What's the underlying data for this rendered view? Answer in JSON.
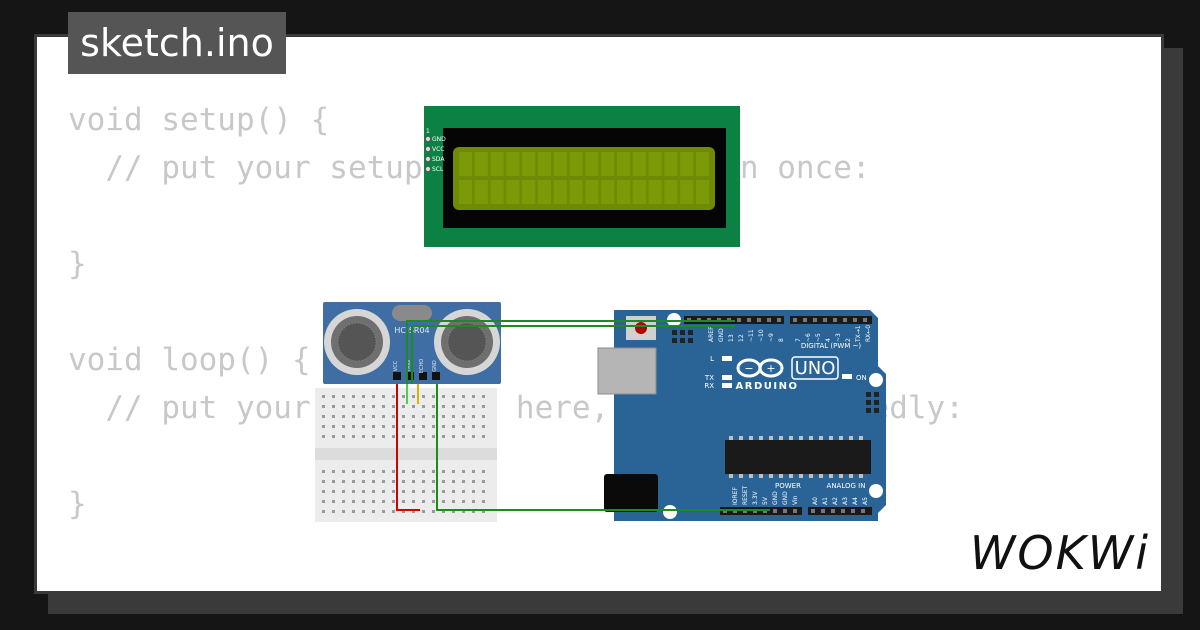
{
  "file_tab": {
    "label": "sketch.ino"
  },
  "code": {
    "lines": [
      "void setup() {",
      "  // put your setup code here, to run once:",
      "",
      "}",
      "",
      "void loop() {",
      "  // put your main code here, to run repeatedly:",
      "",
      "}"
    ]
  },
  "brand": {
    "logo": "WOKWi"
  },
  "circuit": {
    "lcd": {
      "pins": [
        "GND",
        "VCC",
        "SDA",
        "SCL"
      ],
      "pin1_label": "1"
    },
    "ultrasonic": {
      "model": "HC-SR04",
      "pins": [
        "VCC",
        "TRIG",
        "ECHO",
        "GND"
      ]
    },
    "arduino": {
      "name": "ARDUINO",
      "model": "UNO",
      "on_label": "ON",
      "digital_label": "DIGITAL (PWM ~)",
      "power_label": "POWER",
      "analog_label": "ANALOG IN",
      "led_labels": [
        "L",
        "TX",
        "RX"
      ],
      "top_pins": [
        "AREF",
        "GND",
        "13",
        "12",
        "~11",
        "~10",
        "~9",
        "8",
        "7",
        "~6",
        "~5",
        "4",
        "~3",
        "2",
        "TX→1",
        "RX←0"
      ],
      "power_pins": [
        "IOREF",
        "RESET",
        "3.3V",
        "5V",
        "GND",
        "GND",
        "Vin"
      ],
      "analog_pins": [
        "A0",
        "A1",
        "A2",
        "A3",
        "A4",
        "A5"
      ]
    },
    "colors": {
      "lcd_board": "#0b8144",
      "lcd_screen": "#6f8b04",
      "sensor_board": "#3e6ea3",
      "arduino_board": "#2a6496",
      "wire_green": "#1d8b1d",
      "wire_red": "#d40000",
      "wire_yellow": "#e0b000"
    }
  }
}
